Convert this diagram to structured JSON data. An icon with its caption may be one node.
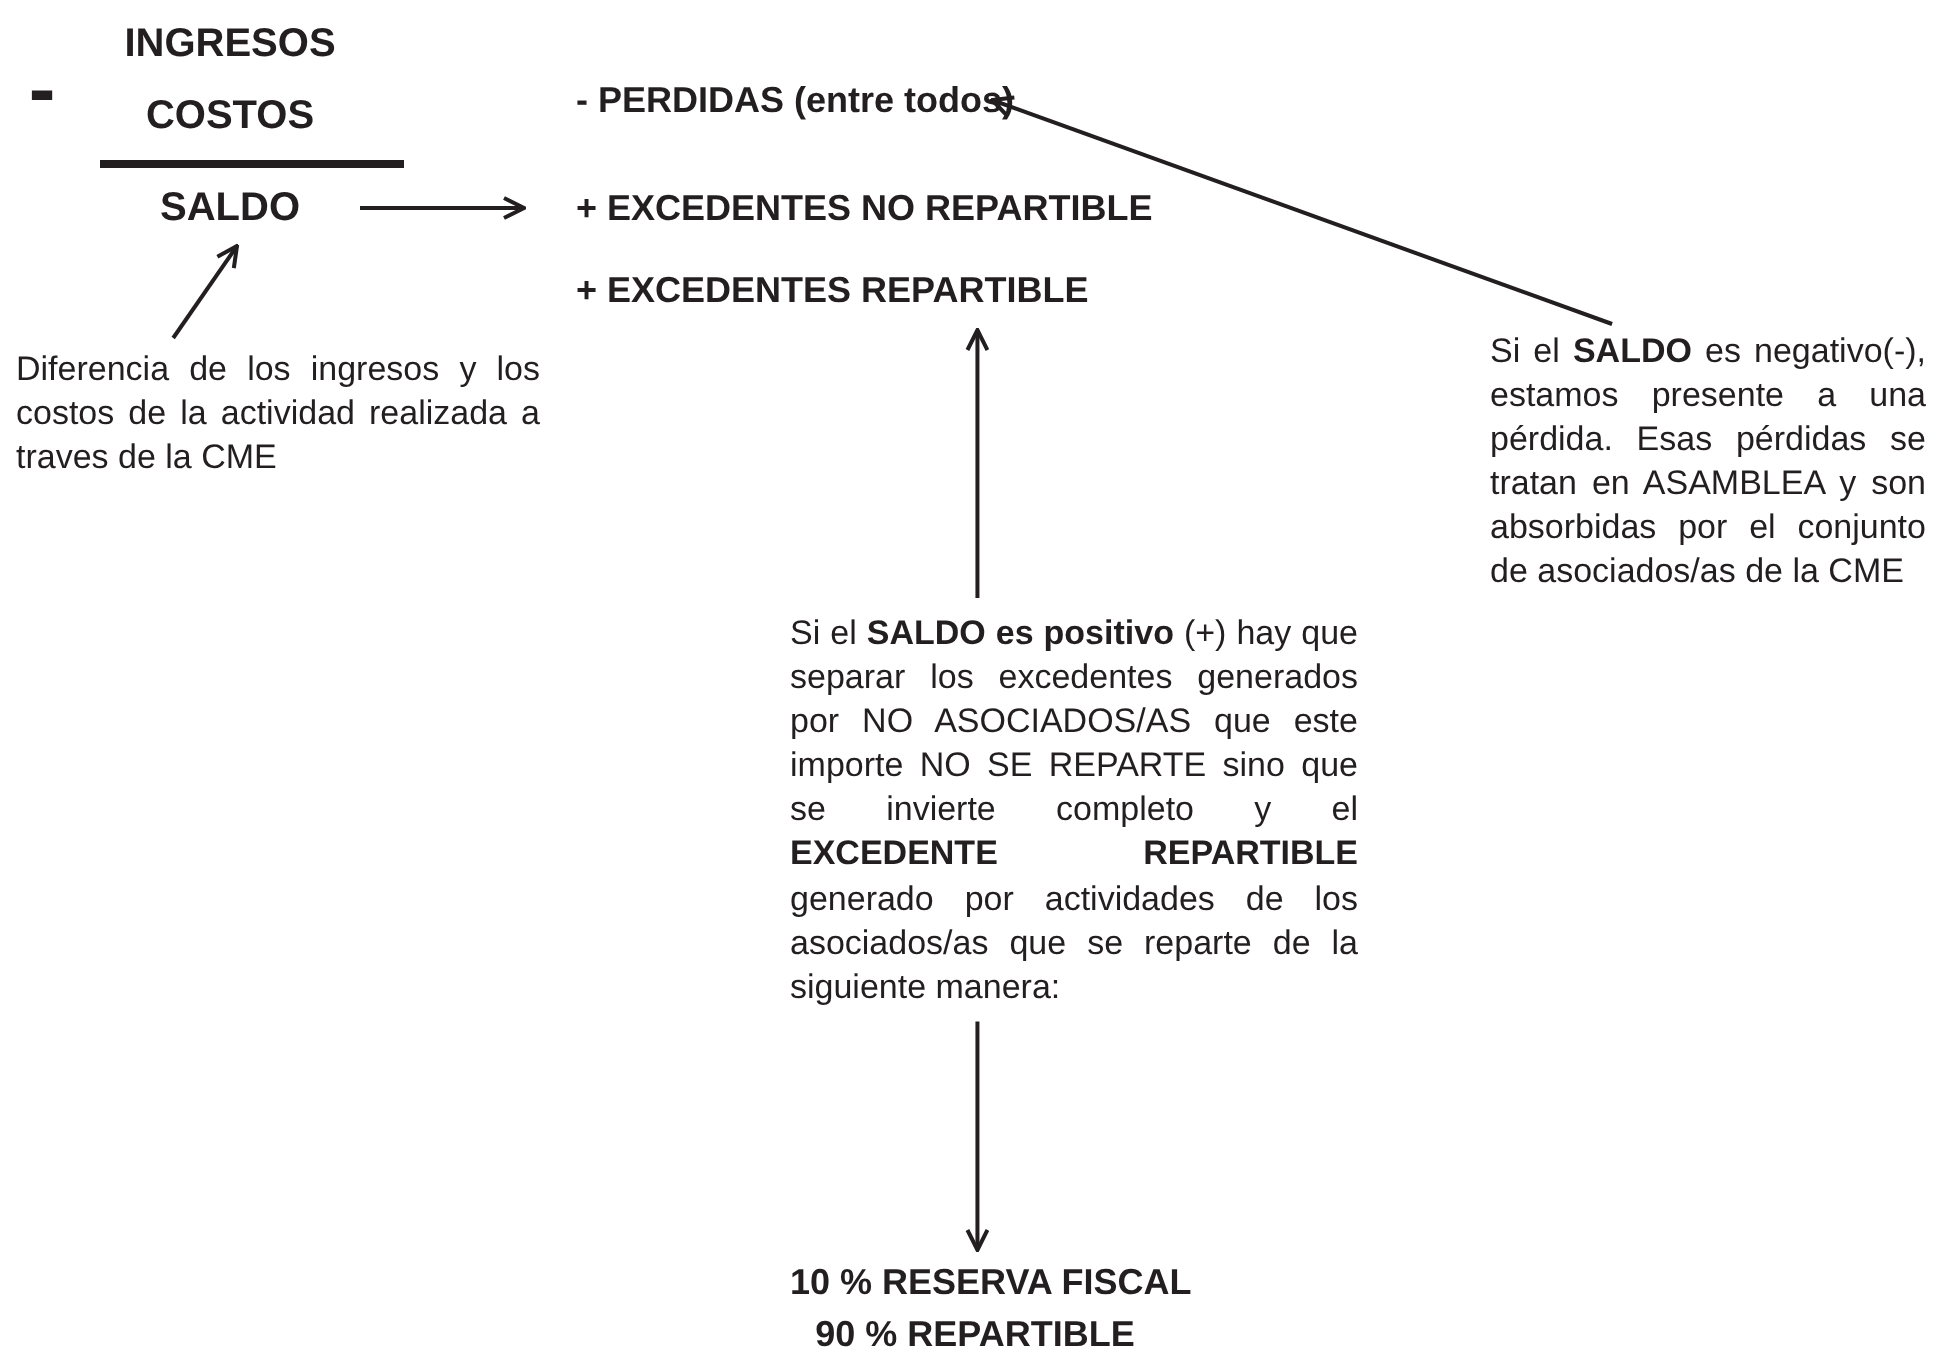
{
  "diagram": {
    "nodes": [
      {
        "text": [
          "SALDO"
        ]
      },
      {
        "text": [
          "- PERDIDAS (entre todos)"
        ]
      },
      {
        "text": [
          "+ EXCEDENTES NO REPARTIBLE"
        ]
      },
      {
        "text": [
          "+ EXCEDENTES REPARTIBLE"
        ]
      },
      {
        "text": [
          "Diferencia de los ingresos y los costos de la actividad realizada a traves de la CME"
        ]
      },
      {
        "text": [
          "Si el **SALDO** es negativo(-), estamos presente a una pérdida. Esas pérdidas se tratan en ASAMBLEA y son absorbidas por el conjunto de asociados/as de la CME"
        ]
      },
      {
        "text": [
          "Si el **SALDO es positivo** (+) hay que separar los excedentes generados por NO ASOCIADOS/AS que este importe NO SE REPARTE sino que se invierte completo y el **EXCEDENTE REPARTIBLE** generado por actividades de los asociados/as que se reparte de la siguiente manera:"
        ]
      },
      {
        "text": [
          "10 % RESERVA FISCAL",
          "90 % REPARTIBLE"
        ]
      }
    ],
    "edges": [
      {
        "from": 0,
        "to": 2,
        "arrow": "to"
      },
      {
        "from": 4,
        "to": 0,
        "arrow": "to"
      },
      {
        "from": 5,
        "to": 1,
        "arrow": "to"
      },
      {
        "from": 6,
        "to": 3,
        "arrow": "to"
      },
      {
        "from": 6,
        "to": 7,
        "arrow": "to"
      }
    ],
    "labels": [
      "INGRESOS",
      "-",
      "COSTOS"
    ]
  }
}
